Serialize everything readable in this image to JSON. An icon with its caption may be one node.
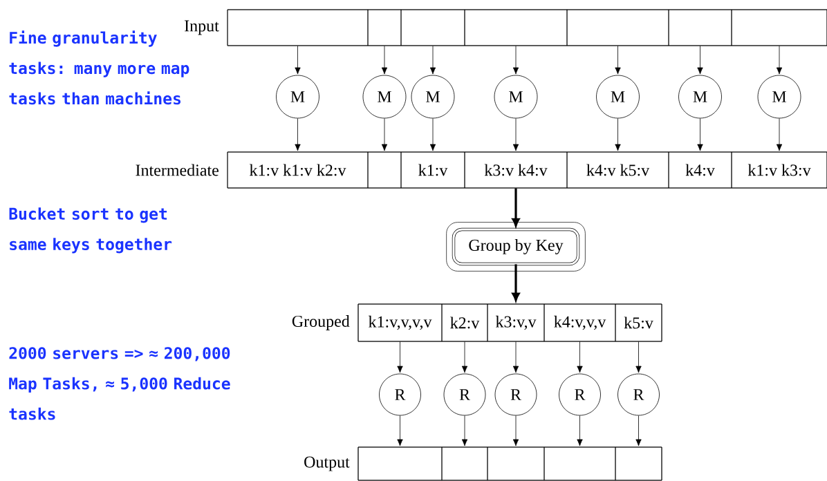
{
  "diagram": {
    "nodes": [
      {
        "text": [
          "Input"
        ]
      },
      {
        "text": [],
        "shape": "box",
        "in": 0
      },
      {
        "text": [],
        "shape": "box",
        "in": 0
      },
      {
        "text": [],
        "shape": "box",
        "in": 0
      },
      {
        "text": [],
        "shape": "box",
        "in": 0
      },
      {
        "text": [],
        "shape": "box",
        "in": 0
      },
      {
        "text": [],
        "shape": "box",
        "in": 0
      },
      {
        "text": [],
        "shape": "box",
        "in": 0
      },
      {
        "text": [
          "M"
        ]
      },
      {
        "text": [
          "M"
        ]
      },
      {
        "text": [
          "M"
        ]
      },
      {
        "text": [
          "M"
        ]
      },
      {
        "text": [
          "M"
        ]
      },
      {
        "text": [
          "M"
        ]
      },
      {
        "text": [
          "M"
        ]
      },
      {
        "text": [
          "Intermediate"
        ]
      },
      {
        "text": [
          "k1:v k1:v k2:v"
        ],
        "in": 15
      },
      {
        "text": [],
        "shape": "box",
        "in": 15
      },
      {
        "text": [
          "k1:v"
        ],
        "in": 15
      },
      {
        "text": [
          "k3:v k4:v"
        ],
        "in": 15
      },
      {
        "text": [
          "k4:v k5:v"
        ],
        "in": 15
      },
      {
        "text": [
          "k4:v"
        ],
        "in": 15
      },
      {
        "text": [
          "k1:v k3:v"
        ],
        "in": 15
      },
      {
        "text": [
          "Group by Key"
        ]
      },
      {
        "text": [
          "Grouped"
        ]
      },
      {
        "text": [
          "k1:v,v,v,v"
        ],
        "in": 24
      },
      {
        "text": [
          "k2:v"
        ],
        "in": 24
      },
      {
        "text": [
          "k3:v,v"
        ],
        "in": 24
      },
      {
        "text": [
          "k4:v,v,v"
        ],
        "in": 24
      },
      {
        "text": [
          "k5:v"
        ],
        "in": 24
      },
      {
        "text": [
          "R"
        ]
      },
      {
        "text": [
          "R"
        ]
      },
      {
        "text": [
          "R"
        ]
      },
      {
        "text": [
          "R"
        ]
      },
      {
        "text": [
          "R"
        ]
      },
      {
        "text": [
          "Output"
        ]
      },
      {
        "text": [],
        "shape": "box",
        "in": 35
      },
      {
        "text": [],
        "shape": "box",
        "in": 35
      },
      {
        "text": [],
        "shape": "box",
        "in": 35
      },
      {
        "text": [],
        "shape": "box",
        "in": 35
      },
      {
        "text": [],
        "shape": "box",
        "in": 35
      }
    ],
    "edges": [
      {
        "from": 1,
        "to": 8,
        "arrow": "to"
      },
      {
        "from": 2,
        "to": 9,
        "arrow": "to"
      },
      {
        "from": 3,
        "to": 10,
        "arrow": "to"
      },
      {
        "from": 4,
        "to": 11,
        "arrow": "to"
      },
      {
        "from": 5,
        "to": 12,
        "arrow": "to"
      },
      {
        "from": 6,
        "to": 13,
        "arrow": "to"
      },
      {
        "from": 7,
        "to": 14,
        "arrow": "to"
      },
      {
        "from": 8,
        "to": 16,
        "arrow": "to"
      },
      {
        "from": 9,
        "to": 17,
        "arrow": "to"
      },
      {
        "from": 10,
        "to": 18,
        "arrow": "to"
      },
      {
        "from": 11,
        "to": 19,
        "arrow": "to"
      },
      {
        "from": 12,
        "to": 20,
        "arrow": "to"
      },
      {
        "from": 13,
        "to": 21,
        "arrow": "to"
      },
      {
        "from": 14,
        "to": 22,
        "arrow": "to"
      },
      {
        "from": 15,
        "to": 23,
        "arrow": "to",
        "style": "thick"
      },
      {
        "from": 23,
        "to": 24,
        "arrow": "to",
        "style": "thick"
      },
      {
        "from": 25,
        "to": 30,
        "arrow": "to"
      },
      {
        "from": 26,
        "to": 31,
        "arrow": "to"
      },
      {
        "from": 27,
        "to": 32,
        "arrow": "to"
      },
      {
        "from": 28,
        "to": 33,
        "arrow": "to"
      },
      {
        "from": 29,
        "to": 34,
        "arrow": "to"
      },
      {
        "from": 30,
        "to": 36,
        "arrow": "to"
      },
      {
        "from": 31,
        "to": 37,
        "arrow": "to"
      },
      {
        "from": 32,
        "to": 38,
        "arrow": "to"
      },
      {
        "from": 33,
        "to": 39,
        "arrow": "to"
      },
      {
        "from": 34,
        "to": 40,
        "arrow": "to"
      }
    ],
    "labels": [
      "Fine granularity tasks: many more map tasks than machines",
      "Bucket sort to get same keys together",
      "2000 servers => ≈ 200,000 Map Tasks, ≈ 5,000 Reduce tasks"
    ]
  }
}
